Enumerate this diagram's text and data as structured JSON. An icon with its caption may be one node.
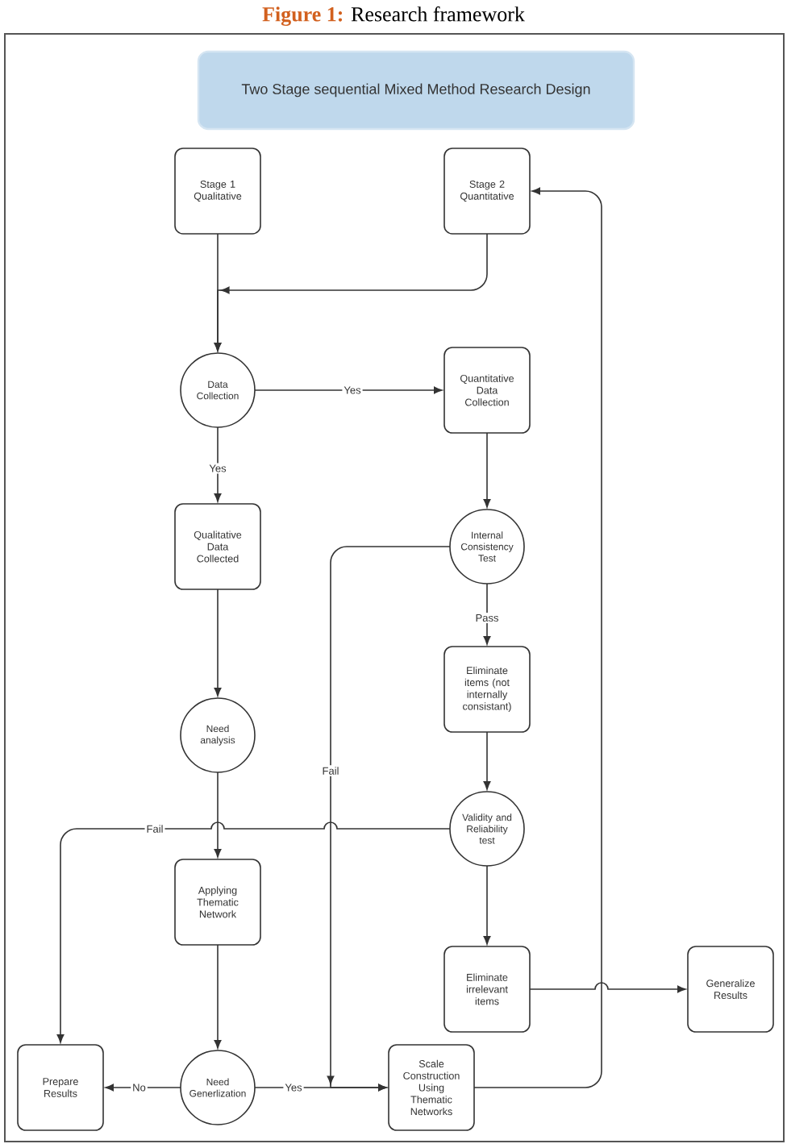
{
  "diagram": {
    "title": "**Figure 1:** Research framework",
    "nodes": [
      {
        "text": [
          "Two Stage sequential Mixed Method Research Design"
        ]
      },
      {
        "text": [
          "Stage 1 Qualitative"
        ]
      },
      {
        "text": [
          "Stage 2 Quantitative"
        ]
      },
      {
        "text": [
          "Data Collection"
        ]
      },
      {
        "text": [
          "Quantitative Data Collection"
        ]
      },
      {
        "text": [
          "Qualitative Data Collected"
        ]
      },
      {
        "text": [
          "Internal Consistency Test"
        ]
      },
      {
        "text": [
          "Eliminate items (not internally consistant)"
        ]
      },
      {
        "text": [
          "Need analysis"
        ]
      },
      {
        "text": [
          "Validity and Reliability test"
        ]
      },
      {
        "text": [
          "Applying Thematic Network"
        ]
      },
      {
        "text": [
          "Eliminate irrelevant items"
        ]
      },
      {
        "text": [
          "Generalize Results"
        ]
      },
      {
        "text": [
          "Prepare Results"
        ]
      },
      {
        "text": [
          "Need Generlization"
        ]
      },
      {
        "text": [
          "Scale Construction Using Thematic Networks"
        ]
      }
    ],
    "edges": [
      {
        "from": 1,
        "to": 3,
        "arrow": "to"
      },
      {
        "from": 2,
        "to": 3,
        "arrow": "to"
      },
      {
        "from": 3,
        "to": 4,
        "arrow": "to",
        "label": "Yes"
      },
      {
        "from": 3,
        "to": 5,
        "arrow": "to",
        "label": "Yes"
      },
      {
        "from": 4,
        "to": 6,
        "arrow": "to"
      },
      {
        "from": 5,
        "to": 8,
        "arrow": "to"
      },
      {
        "from": 6,
        "to": 7,
        "arrow": "to",
        "label": "Pass"
      },
      {
        "from": 6,
        "to": 15,
        "arrow": "to",
        "label": "Fail"
      },
      {
        "from": 7,
        "to": 9,
        "arrow": "to"
      },
      {
        "from": 8,
        "to": 10,
        "arrow": "to"
      },
      {
        "from": 9,
        "to": 13,
        "arrow": "to",
        "label": "Fail"
      },
      {
        "from": 9,
        "to": 11,
        "arrow": "to"
      },
      {
        "from": 10,
        "to": 14,
        "arrow": "to"
      },
      {
        "from": 11,
        "to": 12,
        "arrow": "to"
      },
      {
        "from": 14,
        "to": 13,
        "arrow": "to",
        "label": "No"
      },
      {
        "from": 14,
        "to": 15,
        "arrow": "to",
        "label": "Yes"
      },
      {
        "from": 15,
        "to": 2,
        "arrow": "to"
      }
    ]
  }
}
